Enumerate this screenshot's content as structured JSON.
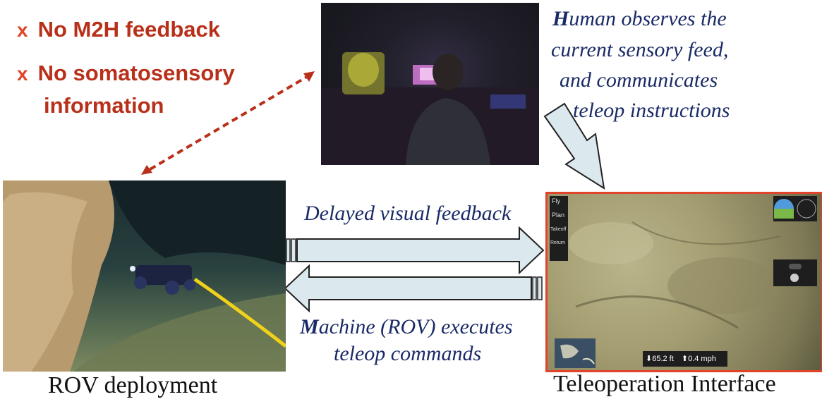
{
  "notes": [
    {
      "mark": "x",
      "text": "No M2H feedback"
    },
    {
      "mark": "x",
      "text_line1": "No somatosensory",
      "text_line2": "information"
    }
  ],
  "human_caption": {
    "initial": "H",
    "line1_rest": "uman observes the",
    "line2": "current sensory feed,",
    "line3": "and communicates",
    "line4": "teleop instructions"
  },
  "delayed_caption": "Delayed visual feedback",
  "machine_caption": {
    "initial": "M",
    "line1_rest": "achine (ROV) executes",
    "line2": "teleop commands"
  },
  "labels": {
    "rov": "ROV deployment",
    "interface": "Teleoperation Interface"
  },
  "interface_hud": {
    "menu": [
      "Fly",
      "Plan",
      "Takeoff",
      "Return"
    ],
    "depth": "65.2 ft",
    "speed": "0.4 mph"
  },
  "colors": {
    "note_red": "#b8301a",
    "caption_blue": "#1a2a66",
    "arrow_fill": "#dbe9ef",
    "frame_red": "#e0442a"
  }
}
